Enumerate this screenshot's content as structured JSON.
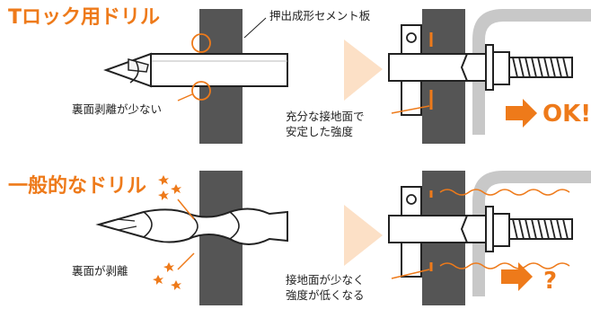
{
  "top": {
    "title": "Tロック用ドリル",
    "board_label": "押出成形セメント板",
    "back_label": "裏面剥離が少ない",
    "contact_label_1": "充分な接地面で",
    "contact_label_2": "安定した強度",
    "result": "OK!"
  },
  "bottom": {
    "title": "一般的なドリル",
    "back_label": "裏面が剥離",
    "contact_label_1": "接地面が少なく",
    "contact_label_2": "強度が低くなる",
    "result": "?"
  },
  "colors": {
    "accent": "#ee7a1a",
    "board": "#555555",
    "chip": "#e8a050",
    "light_grey": "#c8c8c8"
  },
  "icons": [
    "drill-bit-icon",
    "twist-drill-icon",
    "anchor-bolt-icon",
    "arrow-right-icon",
    "spark-icon"
  ]
}
